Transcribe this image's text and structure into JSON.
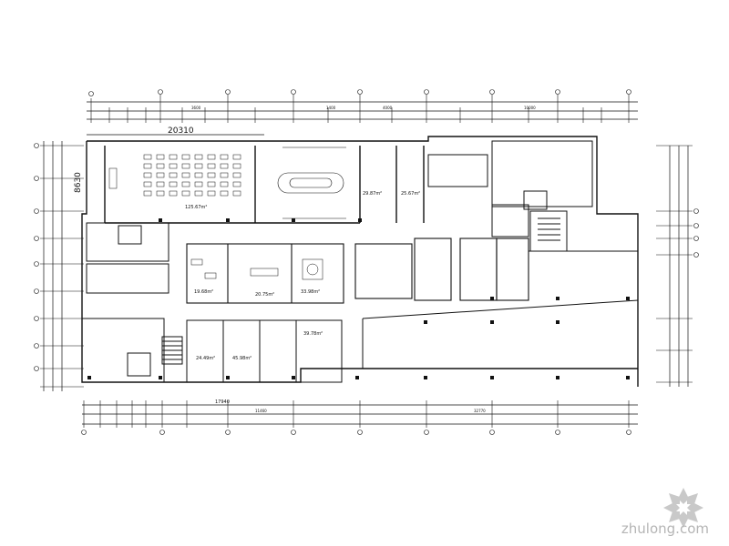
{
  "overall_width_label": "20310",
  "side_dim_label": "8630",
  "areas": [
    {
      "id": "a1",
      "text": "125.67m²"
    },
    {
      "id": "a2",
      "text": "29.87m²"
    },
    {
      "id": "a3",
      "text": "25.67m²"
    },
    {
      "id": "a4",
      "text": "19.68m²"
    },
    {
      "id": "a5",
      "text": "20.75m²"
    },
    {
      "id": "a6",
      "text": "33.98m²"
    },
    {
      "id": "a7",
      "text": "24.49m²"
    },
    {
      "id": "a8",
      "text": "45.98m²"
    },
    {
      "id": "a9",
      "text": "39.78m²"
    }
  ],
  "bottom_dims": {
    "left": "17940",
    "mid": "11460",
    "right": "32770"
  },
  "top_dims": [
    "3600",
    "1400",
    "4000",
    "10000"
  ],
  "watermark": "zhulong.com",
  "colors": {
    "line": "#111111",
    "watermark": "#b5b5b5"
  }
}
